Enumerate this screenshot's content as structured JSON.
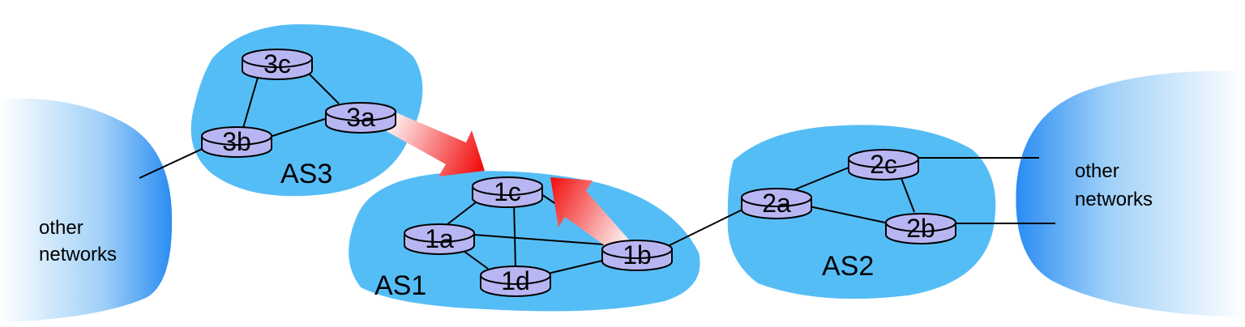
{
  "colors": {
    "as_fill": "#55bdf6",
    "router_fill": "#b8b6f2",
    "router_stroke": "#000000",
    "network_edge": "#2a8cf2",
    "arrow": "#f21010"
  },
  "autonomous_systems": [
    {
      "id": "AS1",
      "label": "AS1"
    },
    {
      "id": "AS2",
      "label": "AS2"
    },
    {
      "id": "AS3",
      "label": "AS3"
    }
  ],
  "routers": [
    {
      "id": "3c",
      "label": "3c"
    },
    {
      "id": "3a",
      "label": "3a"
    },
    {
      "id": "3b",
      "label": "3b"
    },
    {
      "id": "1c",
      "label": "1c"
    },
    {
      "id": "1a",
      "label": "1a"
    },
    {
      "id": "1b",
      "label": "1b"
    },
    {
      "id": "1d",
      "label": "1d"
    },
    {
      "id": "2c",
      "label": "2c"
    },
    {
      "id": "2a",
      "label": "2a"
    },
    {
      "id": "2b",
      "label": "2b"
    }
  ],
  "links": [
    [
      "3c",
      "3a"
    ],
    [
      "3c",
      "3b"
    ],
    [
      "3b",
      "3a"
    ],
    [
      "1c",
      "1a"
    ],
    [
      "1c",
      "1d"
    ],
    [
      "1c",
      "1b"
    ],
    [
      "1a",
      "1b"
    ],
    [
      "1a",
      "1d"
    ],
    [
      "1d",
      "1b"
    ],
    [
      "1b",
      "2a"
    ],
    [
      "2a",
      "2c"
    ],
    [
      "2a",
      "2b"
    ],
    [
      "2c",
      "2b"
    ],
    [
      "3b",
      "other-left"
    ],
    [
      "2c",
      "other-right"
    ],
    [
      "2b",
      "other-right"
    ]
  ],
  "other_networks": [
    {
      "id": "left",
      "line1": "other",
      "line2": "networks"
    },
    {
      "id": "right",
      "line1": "other",
      "line2": "networks"
    }
  ],
  "advertisements": [
    {
      "from": "3a",
      "to": "1c"
    },
    {
      "from": "1b",
      "to": "1c"
    }
  ]
}
